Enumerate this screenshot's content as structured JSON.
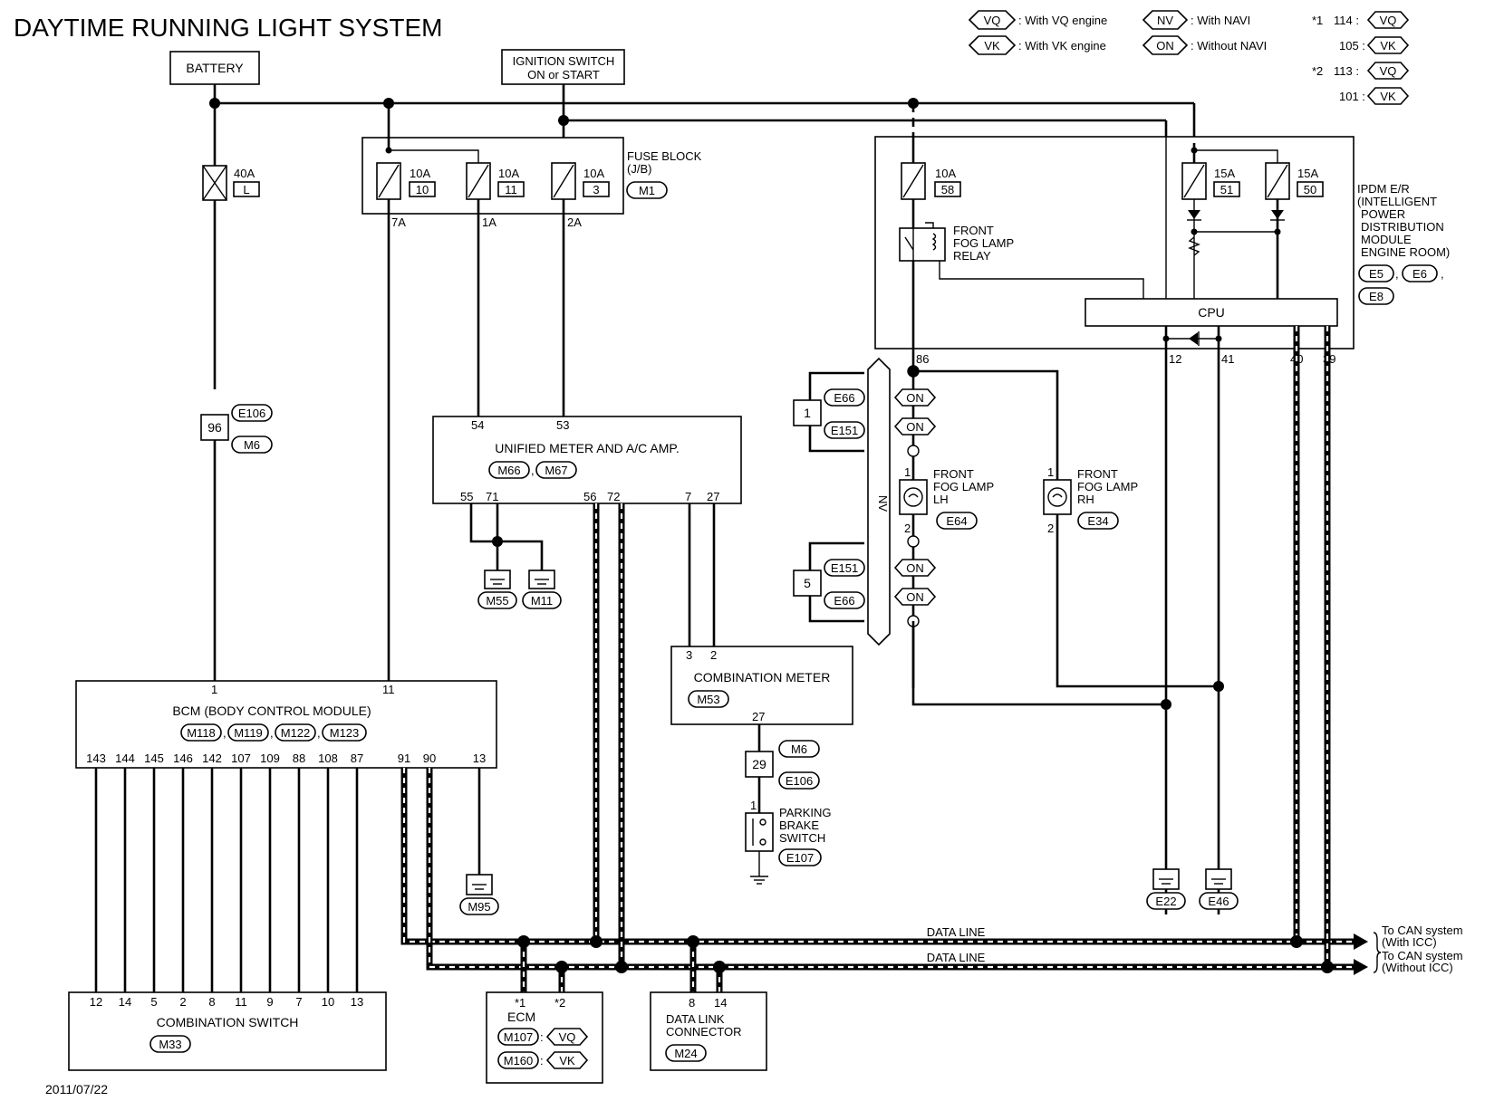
{
  "title": "DAYTIME RUNNING LIGHT SYSTEM",
  "date": "2011/07/22",
  "legend": {
    "vq_tag": "VQ",
    "vq_text": ": With VQ engine",
    "vk_tag": "VK",
    "vk_text": ": With VK engine",
    "nv_tag": "NV",
    "nv_text": ": With NAVI",
    "on_tag": "ON",
    "on_text": ": Without NAVI",
    "n1_mark": "*1",
    "n1_a": "114 :",
    "n1_a_tag": "VQ",
    "n1_b": "105 :",
    "n1_b_tag": "VK",
    "n2_mark": "*2",
    "n2_a": "113 :",
    "n2_a_tag": "VQ",
    "n2_b": "101 :",
    "n2_b_tag": "VK"
  },
  "battery": {
    "label": "BATTERY",
    "fuse": "40A",
    "fuse_no": "L",
    "conn": "96",
    "tag1": "E106",
    "tag2": "M6"
  },
  "ignition": {
    "line1": "IGNITION SWITCH",
    "line2": "ON or START"
  },
  "fuse_block": {
    "line1": "FUSE BLOCK",
    "line2": "(J/B)",
    "tag": "M1",
    "f1": "10A",
    "f1_no": "10",
    "f2": "10A",
    "f2_no": "11",
    "f3": "10A",
    "f3_no": "3",
    "p1": "7A",
    "p2": "1A",
    "p3": "2A"
  },
  "ipdm": {
    "line1": "IPDM E/R",
    "line2": "(INTELLIGENT",
    "line3": "POWER",
    "line4": "DISTRIBUTION",
    "line5": "MODULE",
    "line6": "ENGINE ROOM)",
    "tag1": "E5",
    "tag2": "E6",
    "tag3": "E8",
    "f58": "10A",
    "f58_no": "58",
    "f51": "15A",
    "f51_no": "51",
    "f50": "15A",
    "f50_no": "50",
    "relay1": "FRONT",
    "relay2": "FOG LAMP",
    "relay3": "RELAY",
    "cpu": "CPU",
    "p86": "86",
    "p12": "12",
    "p41": "41",
    "p40": "40",
    "p39": "39"
  },
  "meter_amp": {
    "name": "UNIFIED METER AND A/C AMP.",
    "tag1": "M66",
    "tag2": "M67",
    "p54": "54",
    "p53": "53",
    "p55": "55",
    "p71": "71",
    "p56": "56",
    "p72": "72",
    "p7": "7",
    "p27": "27",
    "g1": "M55",
    "g2": "M11"
  },
  "nv_conn": {
    "label": "NV",
    "c1": "1",
    "t1": "E66",
    "t2": "E151",
    "c5": "5",
    "t3": "E151",
    "t4": "E66",
    "on": "ON"
  },
  "fog_lh": {
    "line1": "FRONT",
    "line2": "FOG LAMP",
    "line3": "LH",
    "tag": "E64",
    "p1": "1",
    "p2": "2"
  },
  "fog_rh": {
    "line1": "FRONT",
    "line2": "FOG LAMP",
    "line3": "RH",
    "tag": "E34",
    "p1": "1",
    "p2": "2"
  },
  "bcm": {
    "name": "BCM (BODY CONTROL MODULE)",
    "tags": [
      "M118",
      "M119",
      "M122",
      "M123"
    ],
    "p1": "1",
    "p11": "11",
    "pins": [
      "143",
      "144",
      "145",
      "146",
      "142",
      "107",
      "109",
      "88",
      "108",
      "87",
      "91",
      "90",
      "13"
    ],
    "ground": "M95"
  },
  "comb_meter": {
    "name": "COMBINATION METER",
    "tag": "M53",
    "p3": "3",
    "p2": "2",
    "p27": "27",
    "conn": "29",
    "ct1": "M6",
    "ct2": "E106"
  },
  "parking": {
    "line1": "PARKING",
    "line2": "BRAKE",
    "line3": "SWITCH",
    "tag": "E107",
    "p1": "1"
  },
  "comb_switch": {
    "name": "COMBINATION SWITCH",
    "tag": "M33",
    "pins": [
      "12",
      "14",
      "5",
      "2",
      "8",
      "11",
      "9",
      "7",
      "10",
      "13"
    ]
  },
  "ecm": {
    "name": "ECM",
    "m1": "*1",
    "m2": "*2",
    "tag1": "M107",
    "tag1b": "VQ",
    "tag2": "M160",
    "tag2b": "VK"
  },
  "dlc": {
    "line1": "DATA LINK",
    "line2": "CONNECTOR",
    "tag": "M24",
    "p8": "8",
    "p14": "14"
  },
  "grounds": {
    "e22": "E22",
    "e46": "E46"
  },
  "can": {
    "line1": "DATA LINE",
    "line2": "DATA LINE",
    "to1a": "To CAN system",
    "to1b": "(With ICC)",
    "to2a": "To CAN system",
    "to2b": "(Without ICC)"
  }
}
